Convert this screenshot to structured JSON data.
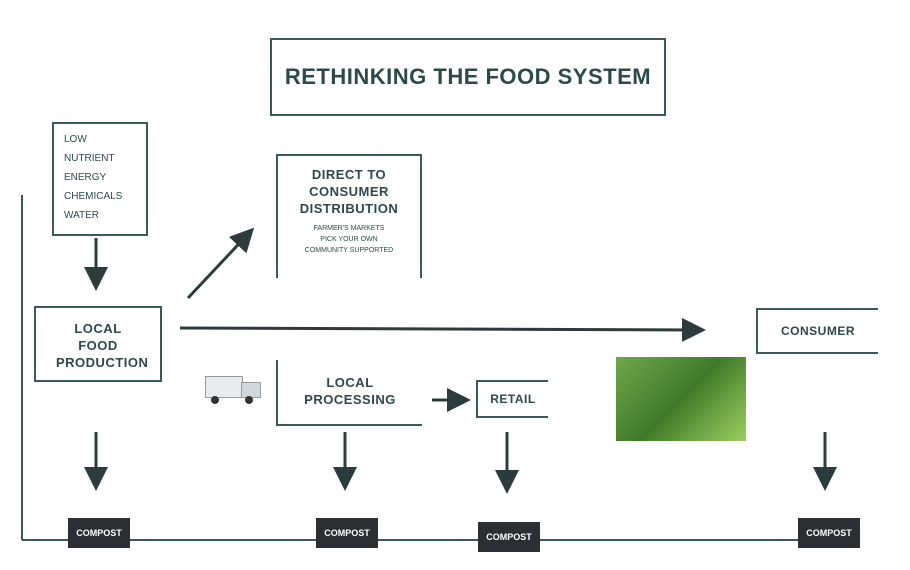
{
  "title": "RETHINKING THE FOOD SYSTEM",
  "inputs_box": {
    "lines": [
      "LOW",
      "NUTRIENT",
      "ENERGY",
      "CHEMICALS",
      "WATER"
    ]
  },
  "direct_box": {
    "title": "DIRECT TO CONSUMER DISTRIBUTION",
    "sub": [
      "FARMER'S MARKETS",
      "PICK YOUR OWN",
      "COMMUNITY SUPPORTED"
    ]
  },
  "local_production": "LOCAL FOOD PRODUCTION",
  "local_processing": "LOCAL PROCESSING",
  "retail": "RETAIL",
  "consumer": "CONSUMER",
  "compost_labels": [
    "COMPOST",
    "COMPOST",
    "COMPOST",
    "COMPOST"
  ]
}
